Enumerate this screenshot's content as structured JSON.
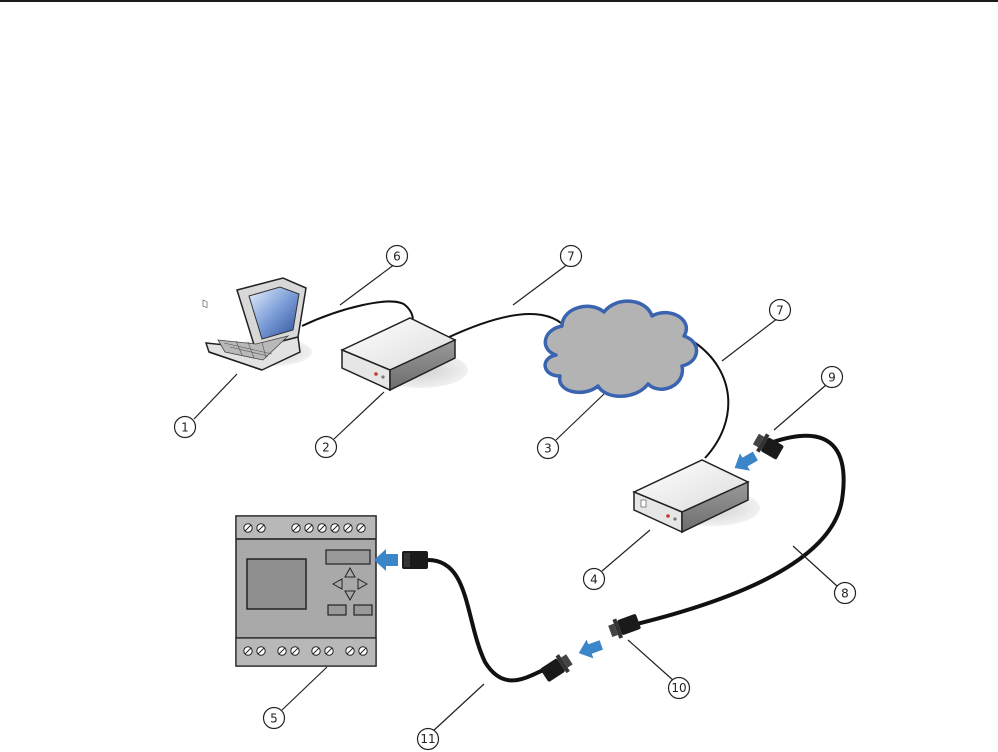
{
  "diagram": {
    "callouts": [
      {
        "id": "c1",
        "label": "1"
      },
      {
        "id": "c2",
        "label": "2"
      },
      {
        "id": "c3",
        "label": "3"
      },
      {
        "id": "c4",
        "label": "4"
      },
      {
        "id": "c5",
        "label": "5"
      },
      {
        "id": "c6",
        "label": "6"
      },
      {
        "id": "c7a",
        "label": "7"
      },
      {
        "id": "c7b",
        "label": "7"
      },
      {
        "id": "c8",
        "label": "8"
      },
      {
        "id": "c9",
        "label": "9"
      },
      {
        "id": "c10",
        "label": "10"
      },
      {
        "id": "c11",
        "label": "11"
      }
    ],
    "colors": {
      "cloud_fill": "#b3b3b3",
      "cloud_stroke": "#3a63b0",
      "arrow": "#3b86c8",
      "device_front": "#e6e6e6",
      "plc_body": "#a9a9a9",
      "cable": "#111111"
    }
  }
}
